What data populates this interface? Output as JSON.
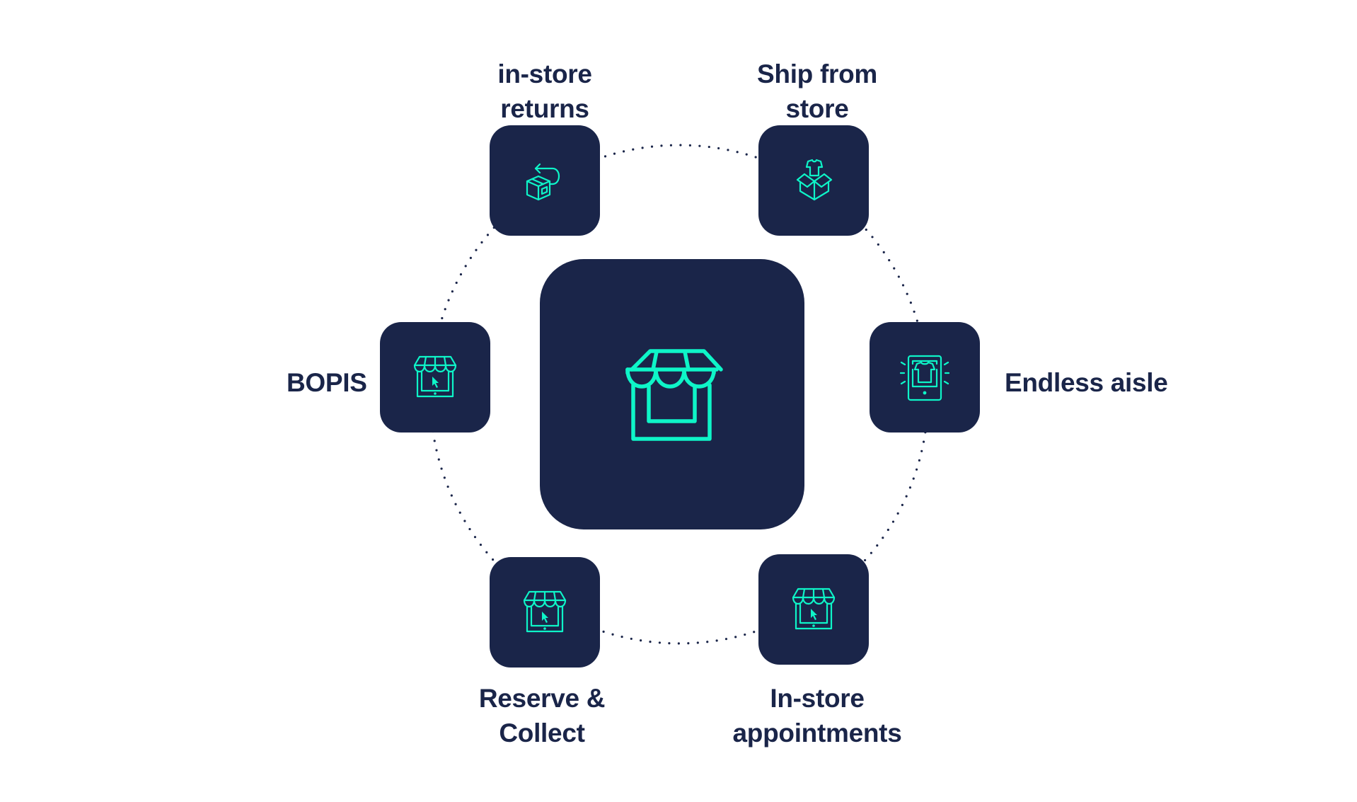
{
  "diagram": {
    "title": "",
    "center": {
      "icon": "storefront-icon"
    },
    "nodes": [
      {
        "id": "in-store-returns",
        "label_lines": [
          "in-store",
          "returns"
        ],
        "icon": "box-return-icon"
      },
      {
        "id": "ship-from-store",
        "label_lines": [
          "Ship from",
          "store"
        ],
        "icon": "open-box-shirt-icon"
      },
      {
        "id": "bopis",
        "label_lines": [
          "BOPIS"
        ],
        "icon": "store-tablet-cursor-icon"
      },
      {
        "id": "endless-aisle",
        "label_lines": [
          "Endless aisle"
        ],
        "icon": "tablet-shirt-icon"
      },
      {
        "id": "reserve-collect",
        "label_lines": [
          "Reserve &",
          "Collect"
        ],
        "icon": "store-tablet-cursor-icon"
      },
      {
        "id": "in-store-appointments",
        "label_lines": [
          "In-store",
          "appointments"
        ],
        "icon": "store-tablet-cursor-icon"
      }
    ],
    "connector": "dotted-circle"
  },
  "colors": {
    "tile": "#1a2549",
    "icon": "#0ef5c8",
    "text": "#1a2549",
    "background": "#ffffff"
  }
}
